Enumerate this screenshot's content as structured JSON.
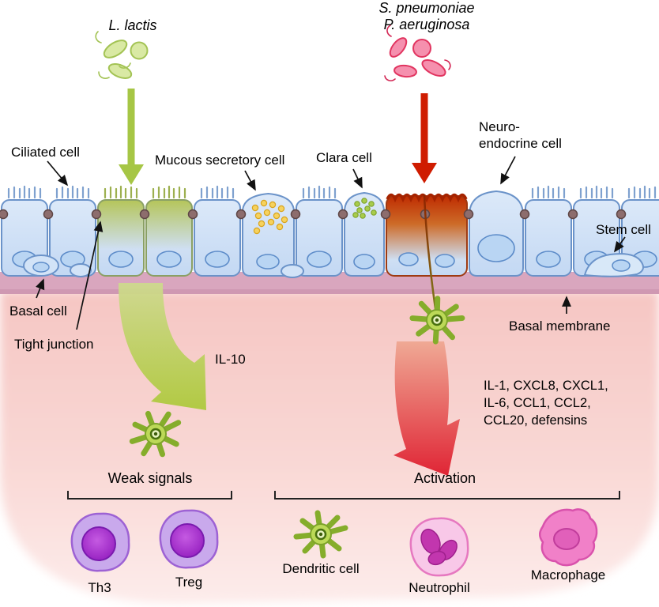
{
  "labels": {
    "bacteria_good": "L. lactis",
    "bacteria_bad_1": "S. pneumoniae",
    "bacteria_bad_2": "P. aeruginosa",
    "ciliated_cell": "Ciliated cell",
    "mucous_cell": "Mucous secretory cell",
    "clara_cell": "Clara cell",
    "neuroendocrine_1": "Neuro-",
    "neuroendocrine_2": "endocrine cell",
    "stem_cell": "Stem cell",
    "basal_cell": "Basal cell",
    "tight_junction": "Tight junction",
    "basal_membrane": "Basal membrane",
    "il10": "IL-10",
    "cytokines_1": "IL-1, CXCL8, CXCL1,",
    "cytokines_2": "IL-6, CCL1, CCL2,",
    "cytokines_3": "CCL20, defensins",
    "weak_signals": "Weak signals",
    "activation": "Activation",
    "th3": "Th3",
    "treg": "Treg",
    "dendritic_cell": "Dendritic cell",
    "neutrophil": "Neutrophil",
    "macrophage": "Macrophage"
  },
  "colors": {
    "commensal_green": "#a6c645",
    "pathogen_red": "#cf1c00",
    "epithelial_blue": "#cfe0f5",
    "tissue_pink": "#f6c6c3",
    "treg_purple": "#c9a9ec",
    "dendritic_green": "#bcd957",
    "neutrophil_pink": "#f8c8e8",
    "macrophage_pink": "#f180c8"
  }
}
